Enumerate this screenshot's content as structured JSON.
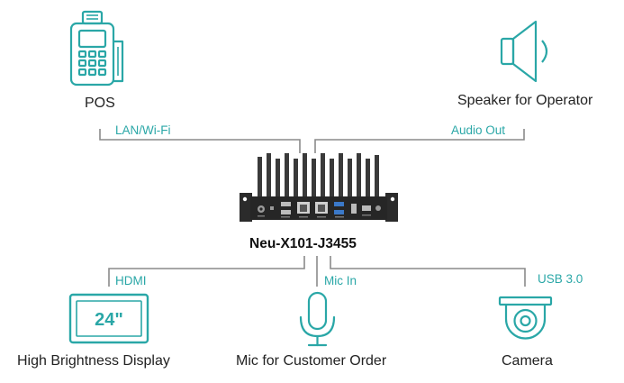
{
  "center_device": {
    "name": "Neu-X101-J3455"
  },
  "peripherals": {
    "pos": {
      "label": "POS",
      "connection": "LAN/Wi-Fi"
    },
    "speaker": {
      "label": "Speaker for Operator",
      "connection": "Audio Out"
    },
    "display": {
      "label": "High Brightness Display",
      "connection": "HDMI",
      "screen_text": "24\""
    },
    "mic": {
      "label": "Mic for Customer Order",
      "connection": "Mic In"
    },
    "camera": {
      "label": "Camera",
      "connection": "USB 3.0"
    }
  },
  "colors": {
    "accent": "#2aa7a7",
    "line": "#8a8a8a",
    "device": "#2b2b2b"
  },
  "icons": [
    "pos-terminal-icon",
    "speaker-icon",
    "display-icon",
    "microphone-icon",
    "camera-icon",
    "mini-pc-icon"
  ]
}
